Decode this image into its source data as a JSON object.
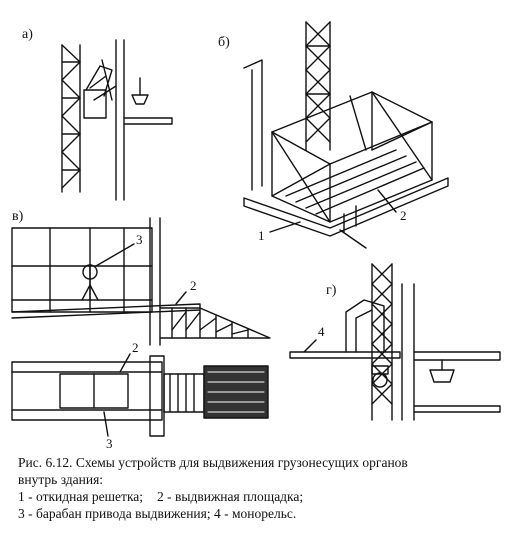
{
  "panels": {
    "a": "а)",
    "b": "б)",
    "v": "в)",
    "g": "г)"
  },
  "callouts": {
    "b_1": "1",
    "b_2": "2",
    "v_3_top": "3",
    "v_2_top": "2",
    "v_2_plan": "2",
    "v_3_plan": "3",
    "g_4": "4"
  },
  "caption": {
    "line1": "Рис. 6.12. Схемы устройств для выдвижения грузонесущих органов",
    "line2": "внутрь здания:",
    "line3a": "1 - откидная решетка;",
    "line3b": "2 - выдвижная   площадка;",
    "line4": "3 - барабан привода выдвижения; 4 - монорельс."
  }
}
